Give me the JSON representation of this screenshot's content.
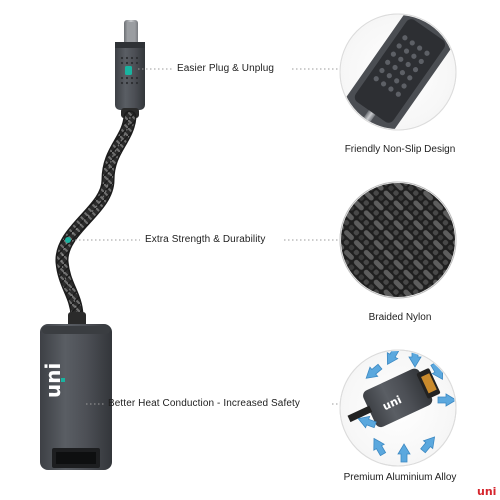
{
  "features": [
    {
      "label": "Easier Plug & Unplug",
      "caption": "Friendly Non-Slip Design"
    },
    {
      "label": "Extra Strength & Durability",
      "caption": "Braided Nylon"
    },
    {
      "label": "Better Heat Conduction - Increased Safety",
      "caption": "Premium Aluminium Alloy"
    }
  ],
  "adapter_logo": "uni",
  "brand_logo": "uni",
  "colors": {
    "brand_red": "#d6262e",
    "teal_led": "#19b3a0",
    "aluminium_dark": "#4a4d52",
    "cable_black": "#2a2a2a",
    "arrow_blue": "#5ba8de"
  },
  "icons": {
    "usb_c_connector": "usb-c-connector-icon",
    "braided_cable": "braided-cable-icon",
    "ethernet_adapter": "ethernet-adapter-icon",
    "heat_arrows": "heat-dissipation-arrows-icon"
  }
}
